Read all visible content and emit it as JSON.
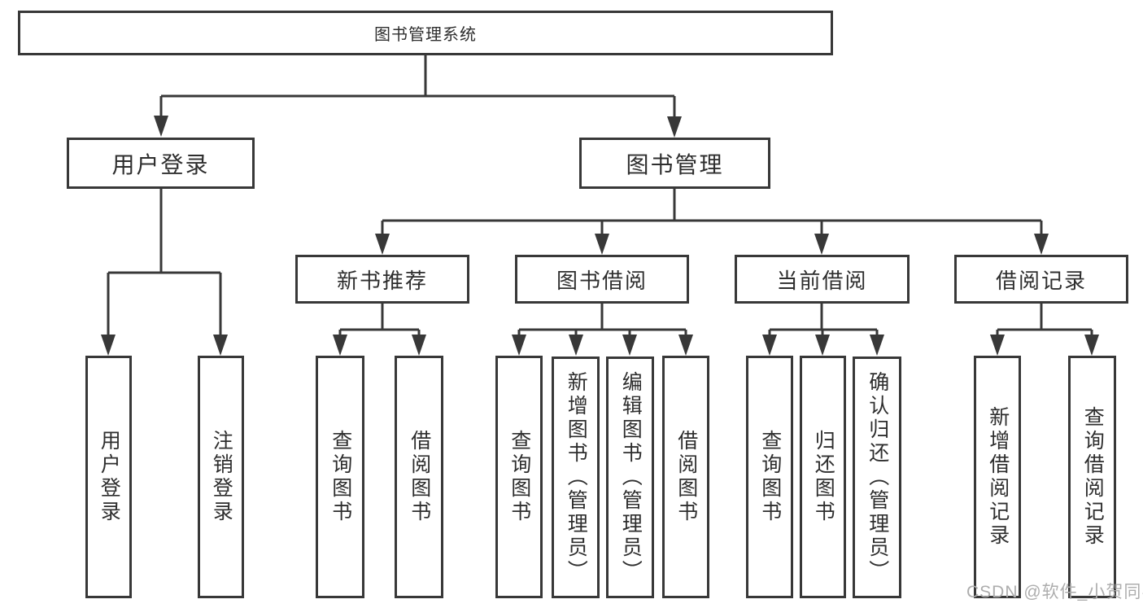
{
  "tree": {
    "label": "图书管理系统",
    "children": [
      {
        "label": "用户登录",
        "children": [
          {
            "label": "用户登录"
          },
          {
            "label": "注销登录"
          }
        ]
      },
      {
        "label": "图书管理",
        "children": [
          {
            "label": "新书推荐",
            "children": [
              {
                "label": "查询图书"
              },
              {
                "label": "借阅图书"
              }
            ]
          },
          {
            "label": "图书借阅",
            "children": [
              {
                "label": "查询图书"
              },
              {
                "label": "新增图书（管理员）"
              },
              {
                "label": "编辑图书（管理员）"
              },
              {
                "label": "借阅图书"
              }
            ]
          },
          {
            "label": "当前借阅",
            "children": [
              {
                "label": "查询图书"
              },
              {
                "label": "归还图书"
              },
              {
                "label": "确认归还（管理员）"
              }
            ]
          },
          {
            "label": "借阅记录",
            "children": [
              {
                "label": "新增借阅记录"
              },
              {
                "label": "查询借阅记录"
              }
            ]
          }
        ]
      }
    ]
  },
  "watermark": {
    "text": "CSDN @软件_小贺同学"
  },
  "colors": {
    "line": "#383838",
    "text": "#2e2e2e",
    "watermark": "#adadad",
    "background": "#ffffff"
  }
}
